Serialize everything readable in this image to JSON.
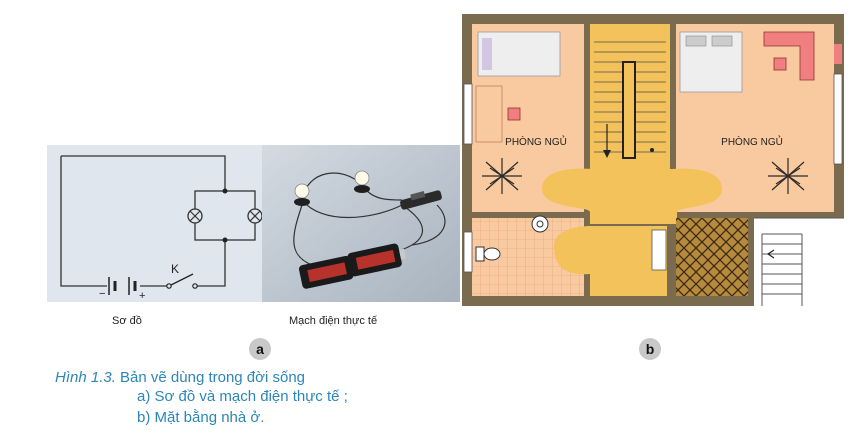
{
  "panel_a": {
    "switch_label": "K",
    "minus_sign": "−",
    "plus_sign": "+",
    "caption_left": "Sơ đồ",
    "caption_right": "Mạch điện thực tế",
    "badge": "a"
  },
  "panel_b": {
    "room_left": "PHÒNG NGỦ",
    "room_right": "PHÒNG NGỦ",
    "badge": "b"
  },
  "figure": {
    "number": "Hình 1.3.",
    "title": "Bản vẽ dùng trong đời sống",
    "line_a": "a) Sơ đồ và mạch điện thực tế ;",
    "line_b": "b) Mặt bằng nhà ở."
  },
  "colors": {
    "room": "#f9c9a0",
    "wall": "#7a6a4e",
    "accent": "#2b86b8",
    "corridor": "#f3c25a"
  }
}
